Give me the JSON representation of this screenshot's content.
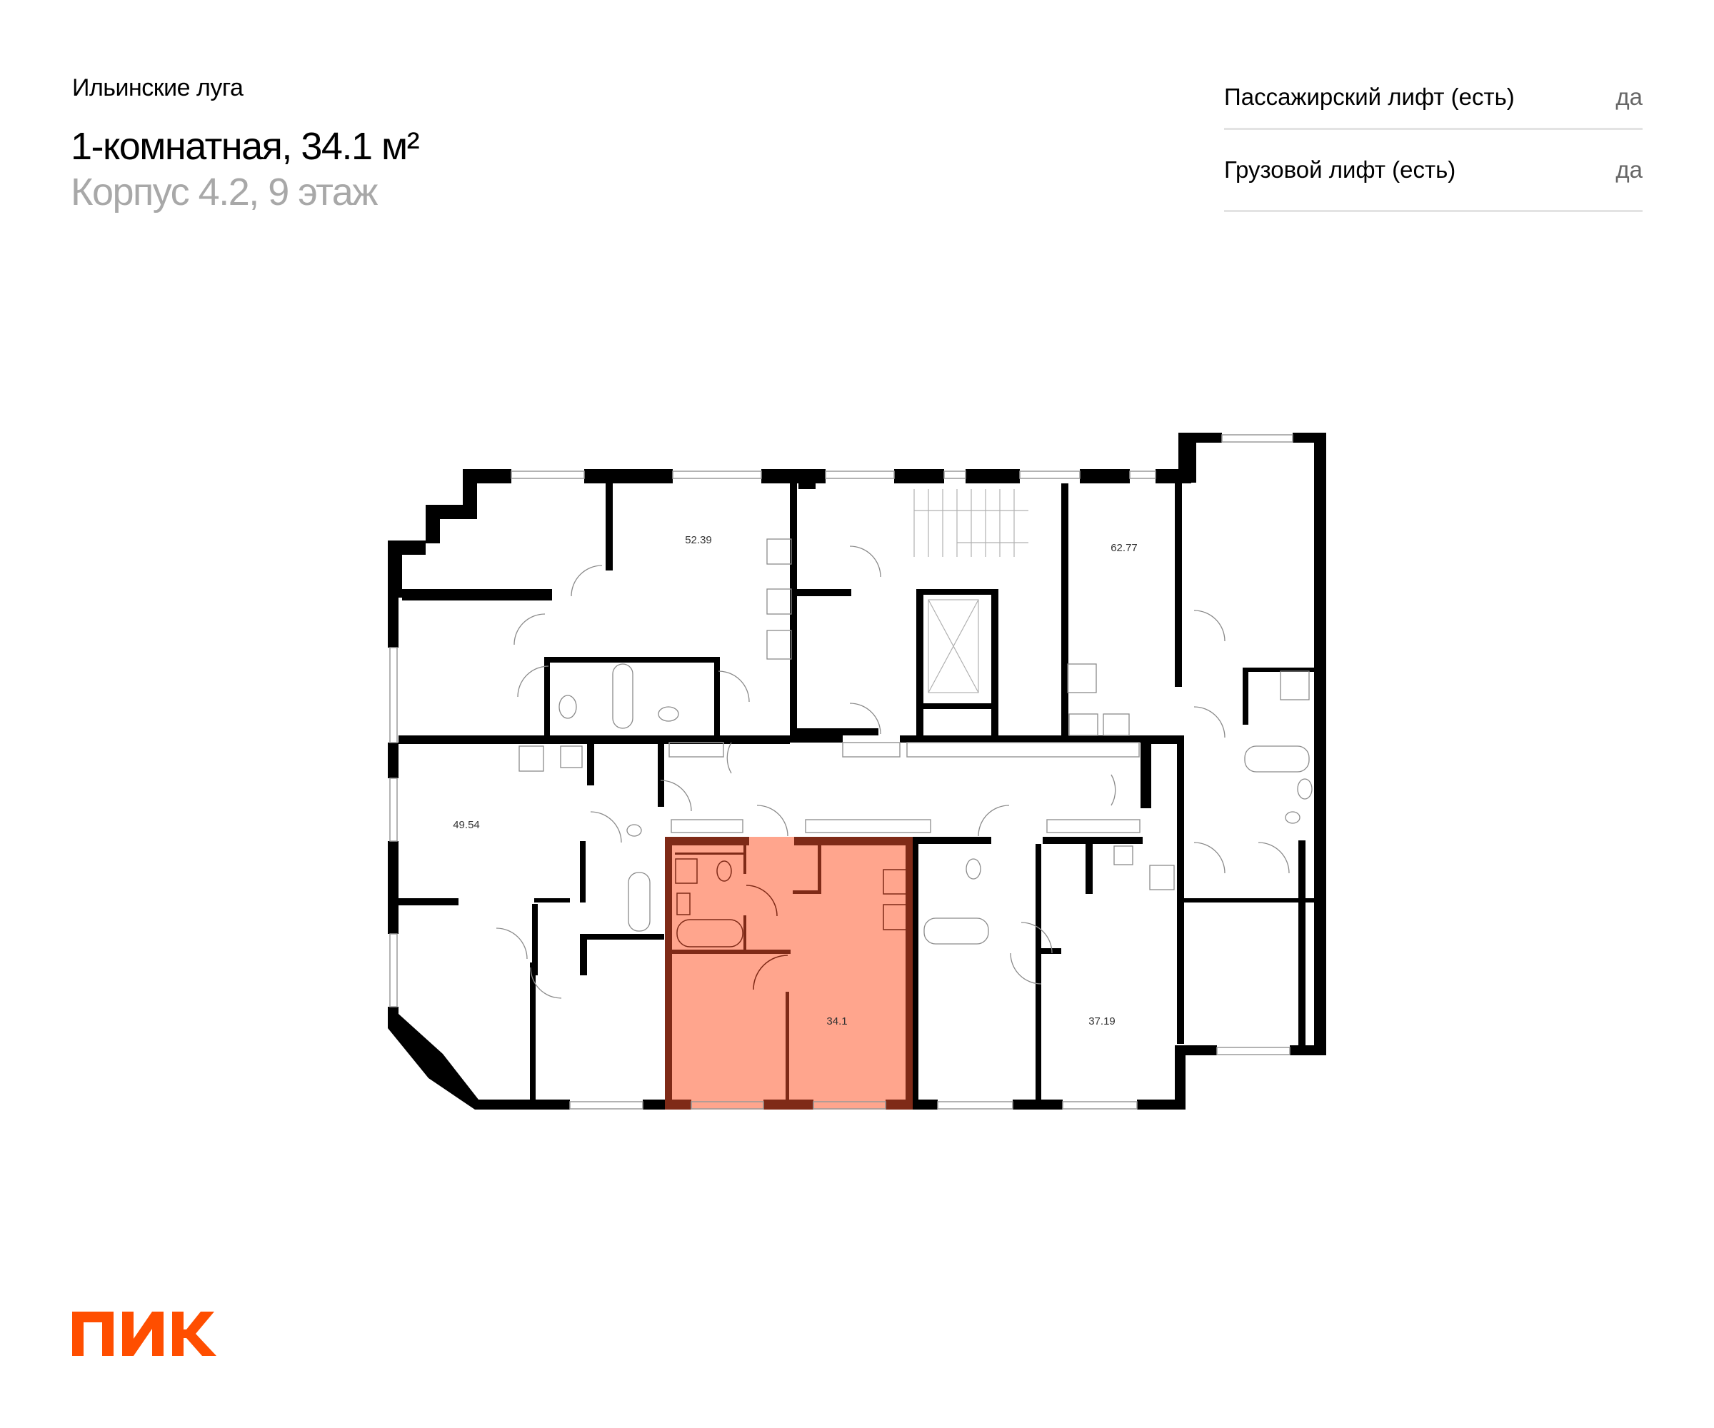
{
  "header": {
    "project_name": "Ильинские луга",
    "apartment_title": "1-комнатная, 34.1 м²",
    "apartment_subtitle": "Корпус 4.2, 9 этаж"
  },
  "features": [
    {
      "label": "Пассажирский лифт (есть)",
      "value": "да"
    },
    {
      "label": "Грузовой лифт (есть)",
      "value": "да"
    }
  ],
  "floor_plan": {
    "highlight_color": "#ffa58d",
    "highlight_wall_color": "#7f2a17",
    "wall_color": "#000000",
    "selected_apartment": {
      "area": "34.1"
    },
    "apartments": [
      {
        "area": "52.39"
      },
      {
        "area": "62.77"
      },
      {
        "area": "49.54"
      },
      {
        "area": "34.1"
      },
      {
        "area": "37.19"
      }
    ]
  },
  "logo": {
    "text": "ПИК",
    "color": "#ff4e00"
  }
}
